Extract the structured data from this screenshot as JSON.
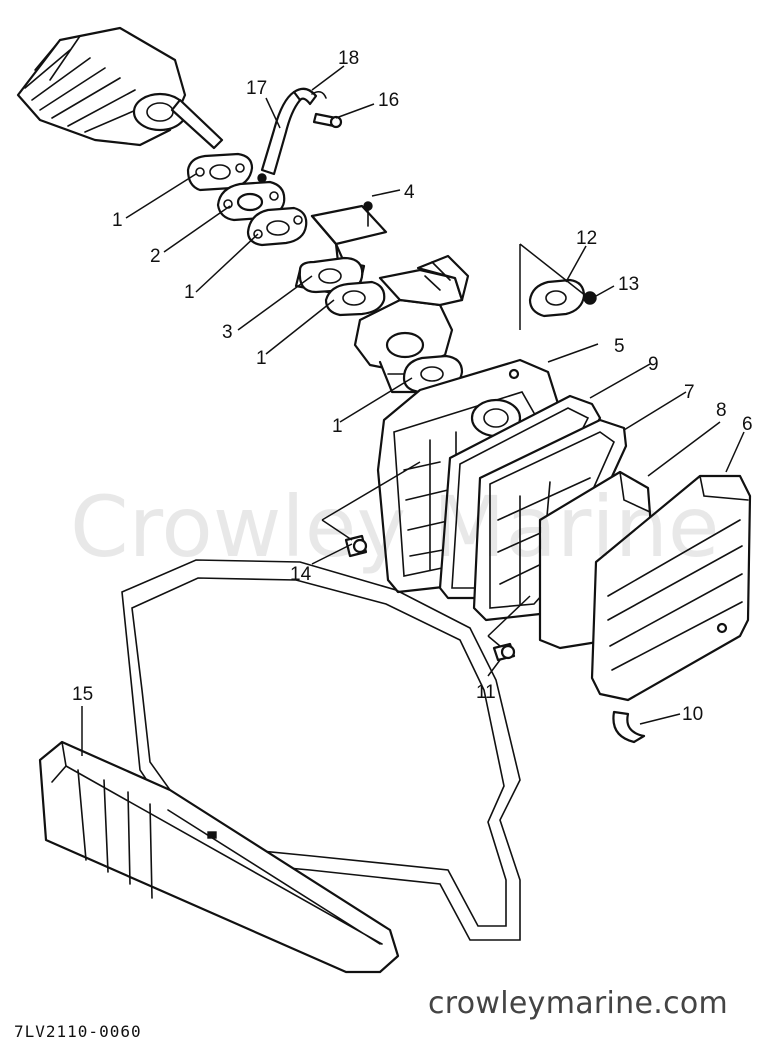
{
  "diagram": {
    "callouts": [
      "1",
      "1",
      "1",
      "1",
      "1",
      "2",
      "3",
      "4",
      "5",
      "6",
      "7",
      "8",
      "9",
      "10",
      "11",
      "12",
      "13",
      "14",
      "15",
      "16",
      "17",
      "18"
    ],
    "watermark": "Crowley Marine",
    "site": "crowleymarine.com",
    "drawing_code": "7LV2110-0060"
  }
}
